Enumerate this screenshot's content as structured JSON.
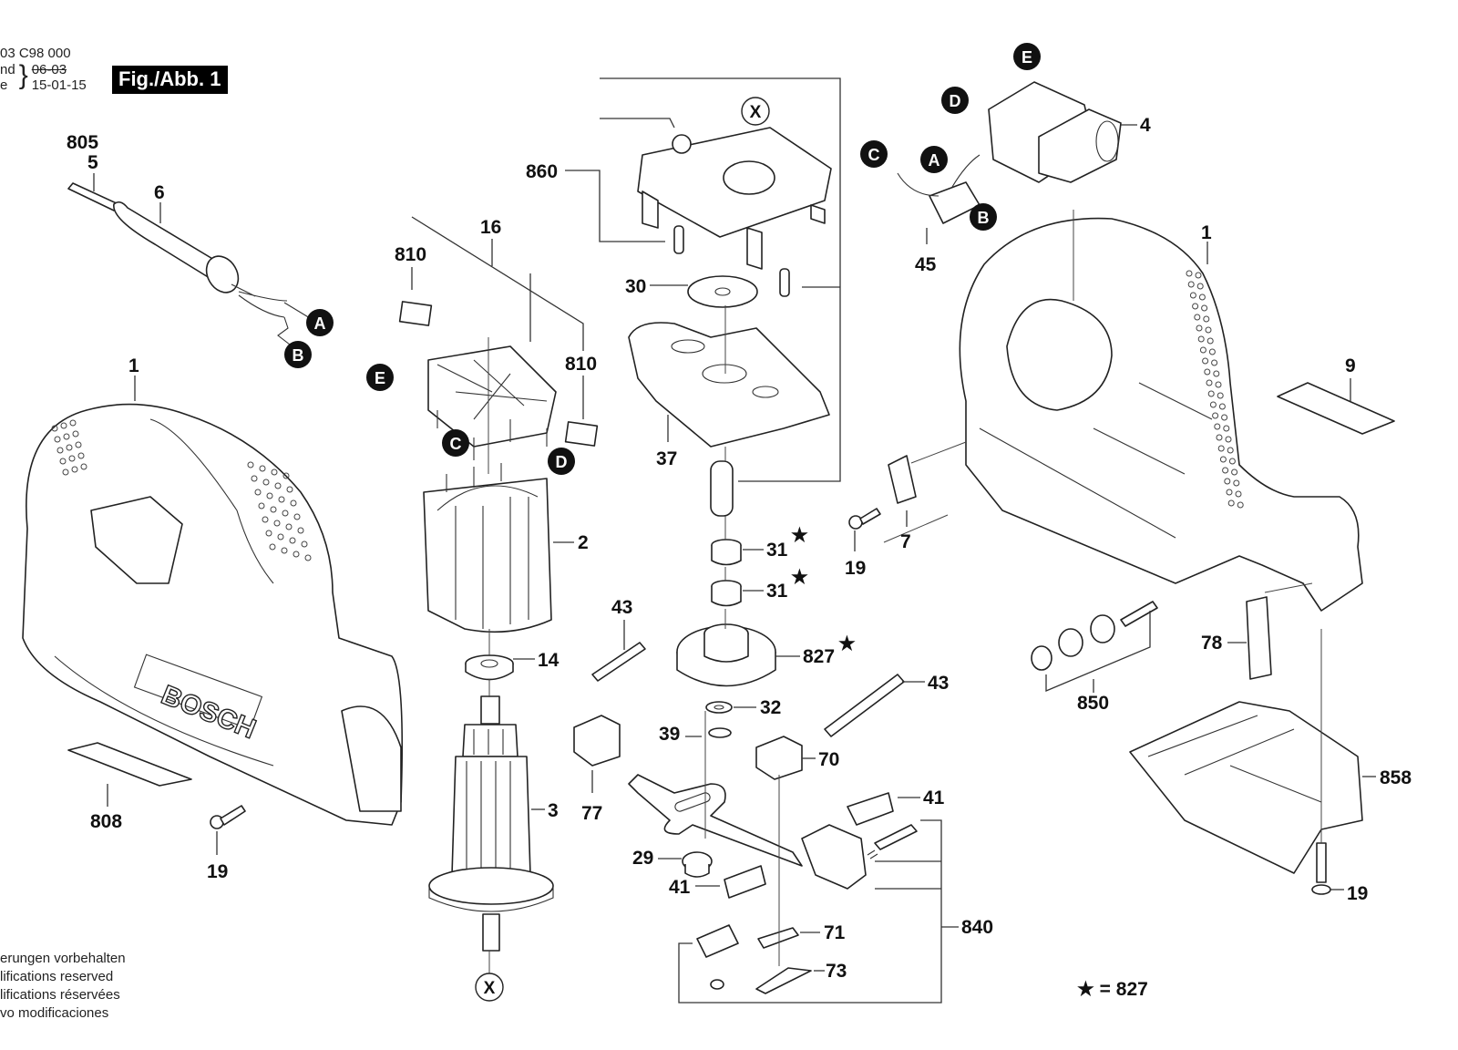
{
  "header": {
    "doc_code": "03 C98 000",
    "brace_labels": [
      "nd",
      "e"
    ],
    "date_old": "06-03",
    "date_new": "15-01-15",
    "figure_badge": "Fig./Abb. 1"
  },
  "disclaimer": [
    "erungen vorbehalten",
    "lifications reserved",
    "lifications réservées",
    "vo modificaciones"
  ],
  "legend": {
    "star_symbol": "★",
    "text": "= 827"
  },
  "star_marker": "★",
  "connector_markers": [
    "A",
    "B",
    "C",
    "D",
    "E"
  ],
  "reference_marker": "X",
  "brand_text": "BOSCH",
  "callouts": [
    {
      "id": "805",
      "label": "805"
    },
    {
      "id": "5",
      "label": "5"
    },
    {
      "id": "6",
      "label": "6"
    },
    {
      "id": "1-left",
      "label": "1"
    },
    {
      "id": "808",
      "label": "808"
    },
    {
      "id": "19-left",
      "label": "19"
    },
    {
      "id": "16",
      "label": "16"
    },
    {
      "id": "810-left",
      "label": "810"
    },
    {
      "id": "810-right",
      "label": "810"
    },
    {
      "id": "2",
      "label": "2"
    },
    {
      "id": "14",
      "label": "14"
    },
    {
      "id": "3",
      "label": "3"
    },
    {
      "id": "860",
      "label": "860"
    },
    {
      "id": "30",
      "label": "30"
    },
    {
      "id": "37",
      "label": "37"
    },
    {
      "id": "31-upper",
      "label": "31",
      "starred": true
    },
    {
      "id": "31-lower",
      "label": "31",
      "starred": true
    },
    {
      "id": "43-left",
      "label": "43"
    },
    {
      "id": "827",
      "label": "827",
      "starred": true
    },
    {
      "id": "43-right",
      "label": "43"
    },
    {
      "id": "32",
      "label": "32"
    },
    {
      "id": "39",
      "label": "39"
    },
    {
      "id": "70",
      "label": "70"
    },
    {
      "id": "77",
      "label": "77"
    },
    {
      "id": "41-upper",
      "label": "41"
    },
    {
      "id": "29",
      "label": "29"
    },
    {
      "id": "41-lower",
      "label": "41"
    },
    {
      "id": "840",
      "label": "840"
    },
    {
      "id": "71",
      "label": "71"
    },
    {
      "id": "73",
      "label": "73"
    },
    {
      "id": "4",
      "label": "4"
    },
    {
      "id": "45",
      "label": "45"
    },
    {
      "id": "1-right",
      "label": "1"
    },
    {
      "id": "9",
      "label": "9"
    },
    {
      "id": "7",
      "label": "7"
    },
    {
      "id": "19-mid",
      "label": "19"
    },
    {
      "id": "850",
      "label": "850"
    },
    {
      "id": "78",
      "label": "78"
    },
    {
      "id": "858",
      "label": "858"
    },
    {
      "id": "19-right",
      "label": "19"
    }
  ]
}
